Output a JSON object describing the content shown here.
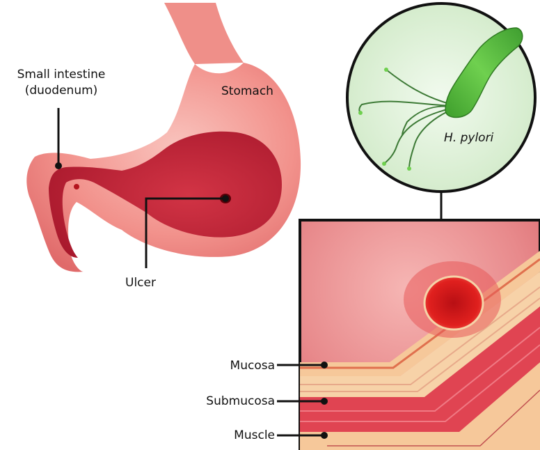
{
  "labels": {
    "intestine_line1": "Small intestine",
    "intestine_line2": "(duodenum)",
    "stomach": "Stomach",
    "ulcer": "Ulcer",
    "bacterium": "H. pylori",
    "mucosa": "Mucosa",
    "submucosa": "Submucosa",
    "muscle": "Muscle"
  },
  "colors": {
    "stomach_outer": "#f28b86",
    "stomach_inner": "#c8283a",
    "bacterium": "#5fc142",
    "circle_bg": "#e6f5e3",
    "tissue_bg": "#e8888b",
    "mucosa_band": "#f6c89a",
    "muscle_band": "#e04452",
    "ulcer": "#e0201e"
  }
}
